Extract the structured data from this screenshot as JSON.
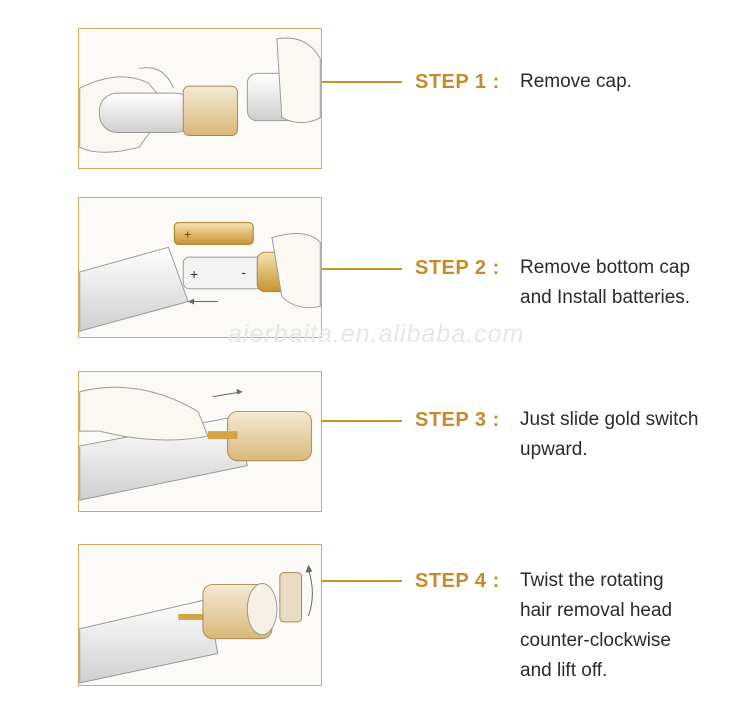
{
  "watermark": "aierbaita.en.alibaba.com",
  "colors": {
    "accent": "#c9902e",
    "label": "#c58a2a",
    "text": "#2b2b2b",
    "border": "#d8a860"
  },
  "steps": [
    {
      "label": "STEP 1 :",
      "lines": [
        "Remove cap."
      ],
      "illustration": "remove-cap-illustration"
    },
    {
      "label": "STEP 2 :",
      "lines": [
        "Remove bottom cap",
        "and Install batteries."
      ],
      "illustration": "install-batteries-illustration",
      "battery_marks": [
        "+",
        "+",
        "-"
      ]
    },
    {
      "label": "STEP 3 :",
      "lines": [
        "Just slide gold switch",
        "upward."
      ],
      "illustration": "slide-switch-illustration"
    },
    {
      "label": "STEP 4 :",
      "lines": [
        "Twist the rotating",
        "hair removal head",
        "counter-clockwise",
        "and lift off."
      ],
      "illustration": "twist-head-illustration"
    }
  ]
}
